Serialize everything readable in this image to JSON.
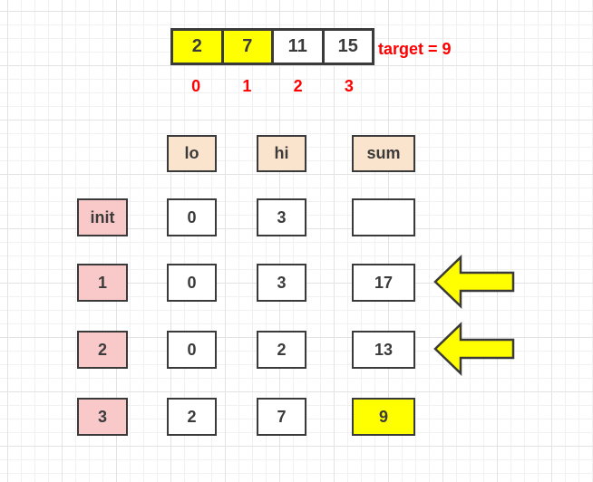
{
  "colors": {
    "highlight_yellow": "#ffff00",
    "header_peach": "#fbe4ce",
    "label_pink": "#f9c9c9",
    "annotation_red": "#ff0000",
    "box_border": "#3a3a3a",
    "box_text": "#3b3b3b"
  },
  "array": {
    "cells": [
      {
        "value": "2",
        "highlighted": true
      },
      {
        "value": "7",
        "highlighted": true
      },
      {
        "value": "11",
        "highlighted": false
      },
      {
        "value": "15",
        "highlighted": false
      }
    ],
    "indices": [
      "0",
      "1",
      "2",
      "3"
    ],
    "target_label": "target = 9"
  },
  "table": {
    "headers": [
      "lo",
      "hi",
      "sum"
    ],
    "rows": [
      {
        "label": "init",
        "lo": "0",
        "hi": "3",
        "sum": "",
        "sum_highlighted": false,
        "arrow": false
      },
      {
        "label": "1",
        "lo": "0",
        "hi": "3",
        "sum": "17",
        "sum_highlighted": false,
        "arrow": true
      },
      {
        "label": "2",
        "lo": "0",
        "hi": "2",
        "sum": "13",
        "sum_highlighted": false,
        "arrow": true
      },
      {
        "label": "3",
        "lo": "2",
        "hi": "7",
        "sum": "9",
        "sum_highlighted": true,
        "arrow": false
      }
    ]
  },
  "icons": {
    "left_arrow": "left-arrow"
  }
}
